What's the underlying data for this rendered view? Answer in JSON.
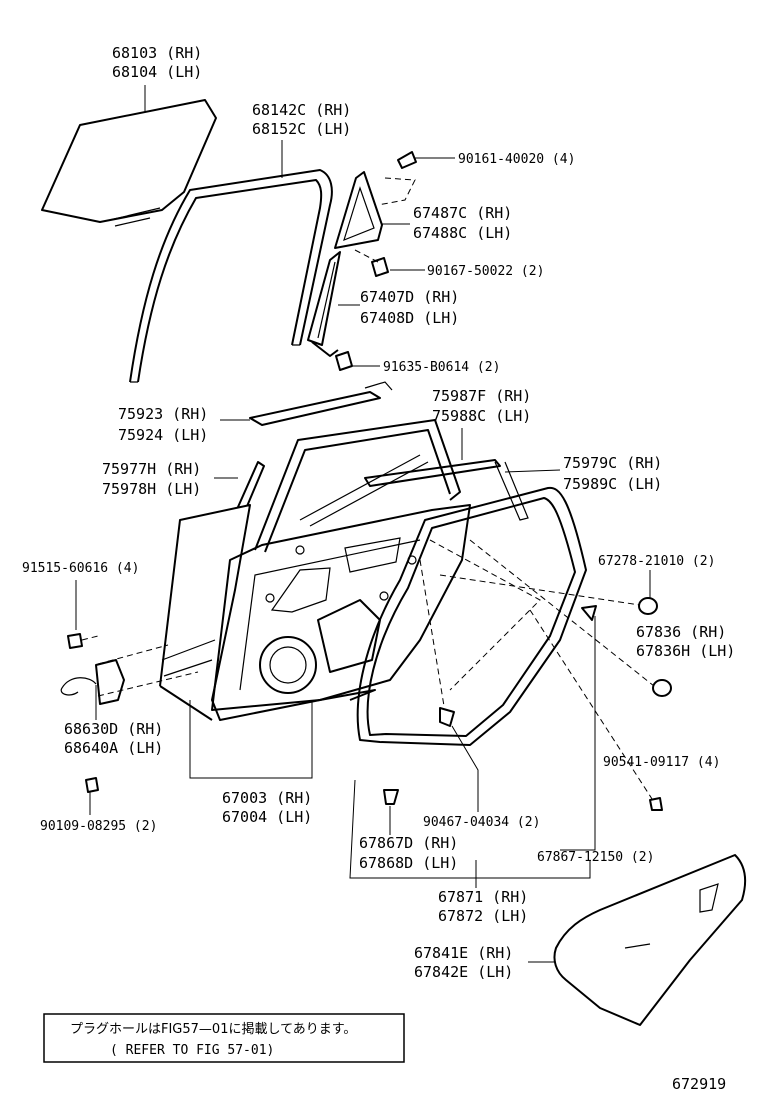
{
  "labels": {
    "glass": [
      "68103 (RH)",
      "68104 (LH)"
    ],
    "run_channel": [
      "68142C (RH)",
      "68152C (LH)"
    ],
    "screw_1": "90161-40020 (4)",
    "quarter_glass": [
      "67487C (RH)",
      "67488C (LH)"
    ],
    "screw_2": "90167-50022 (2)",
    "division_bar": [
      "67407D (RH)",
      "67408D (LH)"
    ],
    "bolt_1": "91635-B0614 (2)",
    "belt_outer": [
      "75923 (RH)",
      "75924 (LH)"
    ],
    "frame_molding": [
      "75987F (RH)",
      "75988C (LH)"
    ],
    "pillar_garnish": [
      "75977H (RH)",
      "75978H (LH)"
    ],
    "molding_rear": [
      "75979C (RH)",
      "75989C (LH)"
    ],
    "bolt_2": "91515-60616 (4)",
    "clip_1": "67278-21010 (2)",
    "hinge_plug": [
      "67836   (RH)",
      "67836H (LH)"
    ],
    "lock": [
      "68630D (RH)",
      "68640A (LH)"
    ],
    "door_panel": [
      "67003 (RH)",
      "67004 (LH)"
    ],
    "clip_2": "90541-09117 (4)",
    "screw_3": "90109-08295 (2)",
    "clip_3": "90467-04034 (2)",
    "clip_4": [
      "67867D (RH)",
      "67868D (LH)"
    ],
    "clip_5": "67867-12150 (2)",
    "weatherstrip": [
      "67871 (RH)",
      "67872 (LH)"
    ],
    "service_cover": [
      "67841E (RH)",
      "67842E (LH)"
    ]
  },
  "note": {
    "japanese": "プラグホールはFIG57—01に掲載してあります。",
    "english": "( REFER TO FIG 57-01)"
  },
  "figure_number": "672919"
}
